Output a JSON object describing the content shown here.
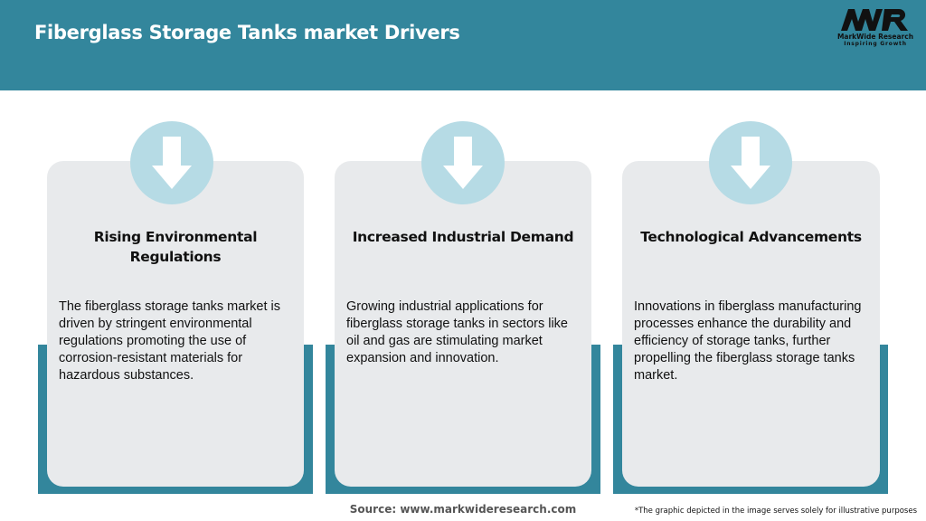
{
  "header": {
    "title": "Fiberglass Storage Tanks market Drivers",
    "background_color": "#33869c"
  },
  "logo": {
    "mark": "MWR",
    "name": "MarkWide Research",
    "tagline": "Inspiring Growth"
  },
  "cards": [
    {
      "icon": "down-arrow-icon",
      "title_line1": "Rising Environmental",
      "title_line2": "Regulations",
      "body": "The fiberglass storage tanks market is driven by stringent environmental regulations promoting the use of corrosion-resistant materials for hazardous substances."
    },
    {
      "icon": "down-arrow-icon",
      "title_line1": "Increased Industrial Demand",
      "title_line2": "",
      "body": "Growing industrial applications for fiberglass storage tanks in sectors like oil and gas are stimulating market expansion and innovation."
    },
    {
      "icon": "down-arrow-icon",
      "title_line1": "Technological Advancements",
      "title_line2": "",
      "body": "Innovations in fiberglass manufacturing processes enhance the durability and efficiency of storage tanks, further propelling the fiberglass storage tanks market."
    }
  ],
  "colors": {
    "accent": "#33869c",
    "card_bg": "#e8eaec",
    "icon_circle": "#b6dbe5"
  },
  "footer": {
    "source": "Source: www.markwideresearch.com",
    "disclaimer": "*The graphic depicted in the image serves solely for illustrative purposes"
  }
}
